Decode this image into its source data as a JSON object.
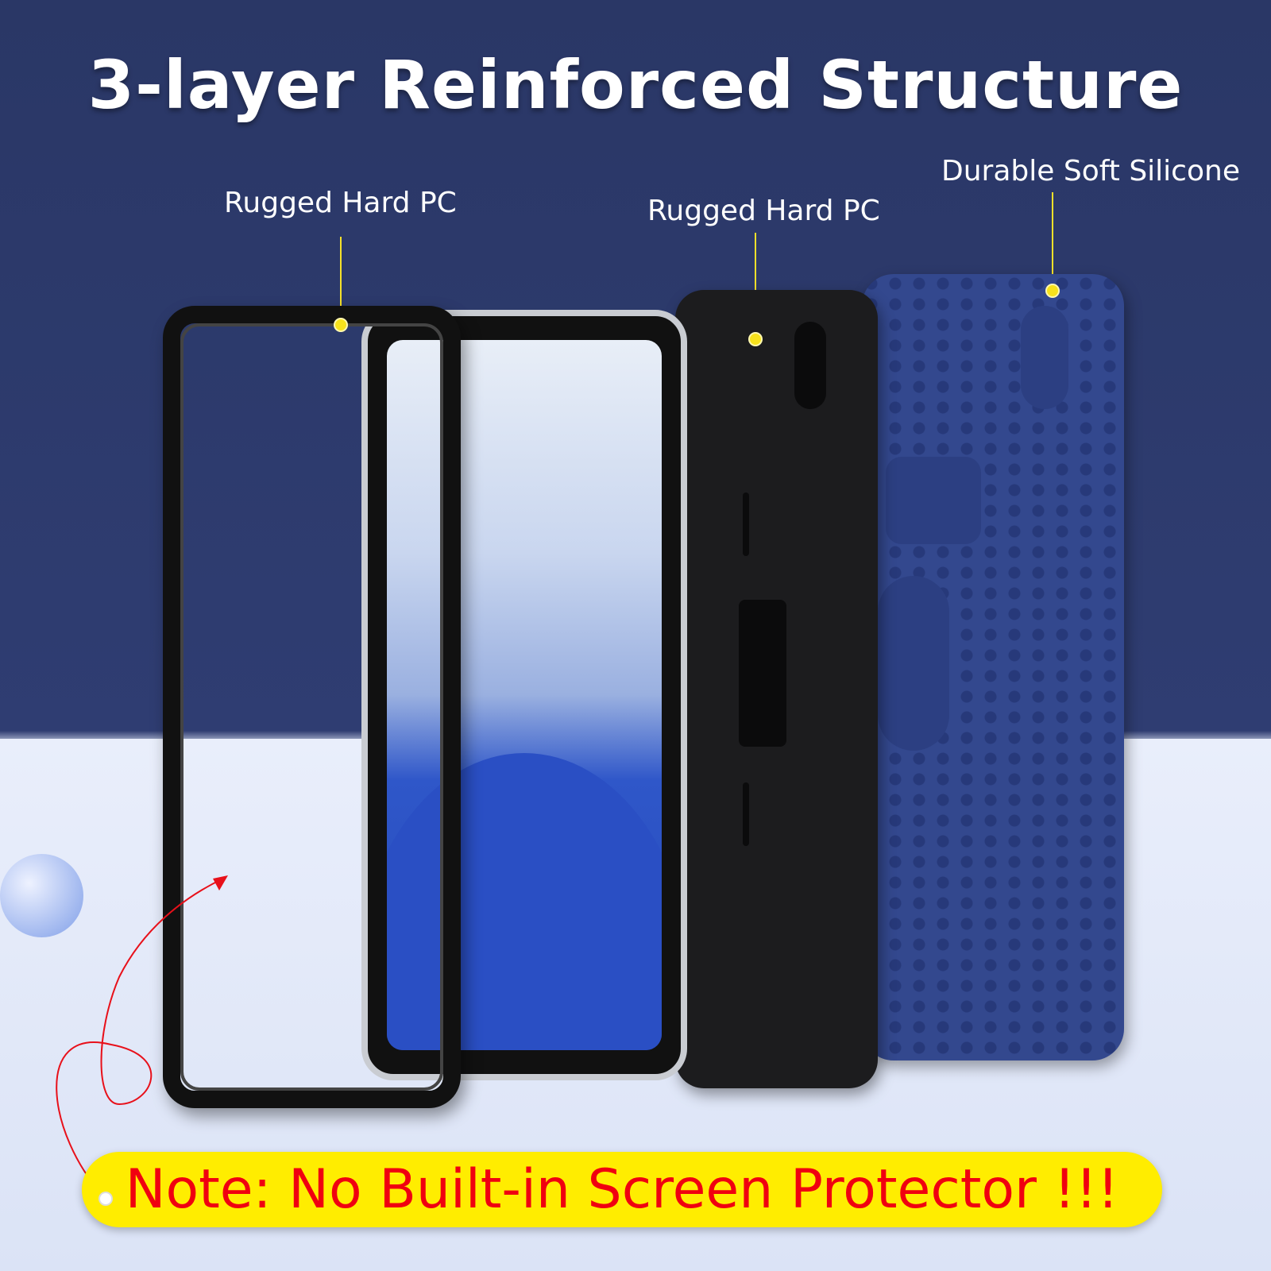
{
  "title": "3-layer Reinforced Structure",
  "labels": {
    "front_frame": "Rugged Hard PC",
    "back_shell": "Rugged Hard PC",
    "silicone": "Durable Soft Silicone"
  },
  "note": "Note: No Built-in Screen Protector !!!",
  "colors": {
    "background": "#2a3766",
    "accent_yellow": "#ffed00",
    "note_text": "#f00010",
    "silicone": "#33488e"
  }
}
